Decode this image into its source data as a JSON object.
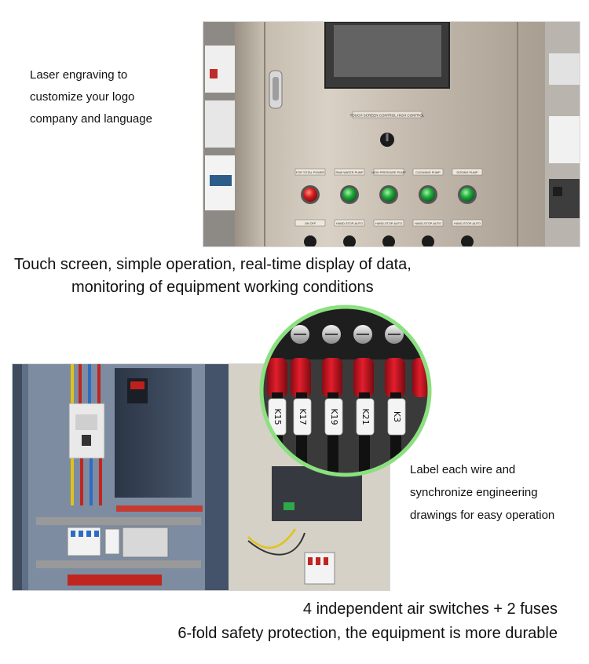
{
  "top_caption": {
    "lines": [
      "Laser engraving to",
      "customize your logo",
      "company and language"
    ]
  },
  "panel_labels": {
    "selector_label": "TOUCH SCREEN CONTROL  HIGH CONTROL",
    "lamp_labels": [
      "FOR TOTAL POWER",
      "RAW WATER PUMP",
      "HIGH PRESSURE PUMP",
      "CLEANING PUMP",
      "DOSING PUMP"
    ],
    "switch_labels": [
      "ON   OFF",
      "HAND-STOP-AUTO",
      "HAND-STOP-AUTO",
      "HAND-STOP-AUTO",
      "HAND-STOP-AUTO"
    ]
  },
  "middle_caption": {
    "line1": "Touch screen, simple operation, real-time display of data,",
    "line2": "monitoring of equipment working conditions"
  },
  "wire_markers": [
    "K15",
    "K17",
    "K19",
    "K21",
    "K3"
  ],
  "right_caption": {
    "lines": [
      "Label each wire and",
      "synchronize engineering",
      "drawings for easy operation"
    ]
  },
  "bottom_caption": {
    "line1": "4 independent air switches + 2 fuses",
    "line2": "6-fold safety protection, the equipment is more durable"
  }
}
